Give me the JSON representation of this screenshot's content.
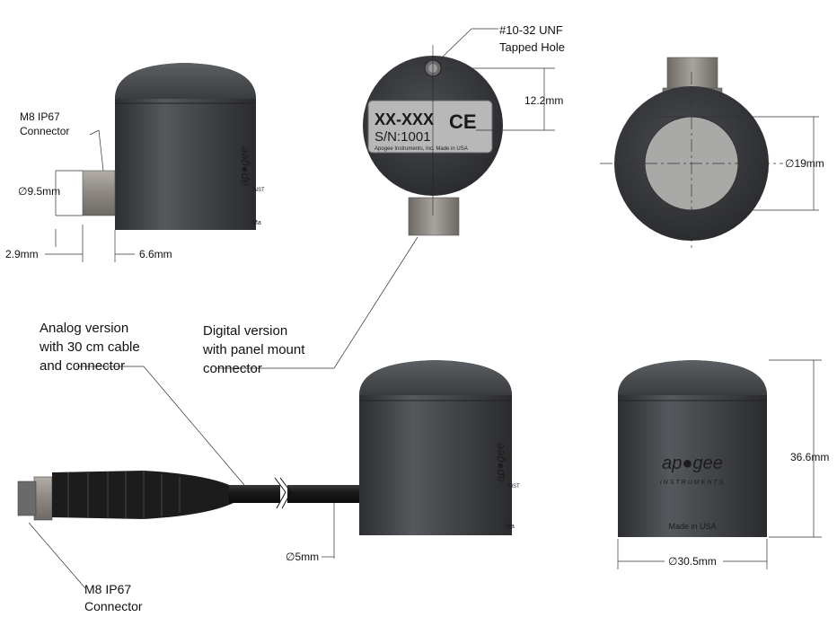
{
  "top_left": {
    "connector_label": [
      "M8 IP67",
      "Connector"
    ],
    "dim_connector_dia": "∅9.5mm",
    "dim_connector_len": "2.9mm",
    "dim_offset": "6.6mm",
    "logo_side": "ap●gee",
    "logo_side_sub": "INST",
    "badge": "Ma"
  },
  "top_middle": {
    "hole_label": [
      "#10-32 UNF",
      "Tapped Hole"
    ],
    "dim_hole_offset": "12.2mm",
    "plate_model": "XX-XXX",
    "plate_ce": "CE",
    "plate_serial": "S/N:1001",
    "plate_footer": "Apogee Instruments, Inc. Made in USA"
  },
  "top_right": {
    "dim_window_dia": "∅19mm"
  },
  "callouts": {
    "analog": [
      "Analog version",
      "with 30 cm cable",
      "and connector"
    ],
    "digital": [
      "Digital version",
      "with panel mount",
      "connector"
    ]
  },
  "bottom_middle": {
    "logo_side": "ap●gee",
    "logo_side_sub": "INST",
    "badge": "Ma",
    "dim_cable_dia": "∅5mm",
    "connector_label": [
      "M8 IP67",
      "Connector"
    ]
  },
  "bottom_right": {
    "logo": "ap●gee",
    "logo_sub": "INSTRUMENTS",
    "made_in": "Made in USA",
    "dim_height": "36.6mm",
    "dim_width": "∅30.5mm"
  },
  "colors": {
    "body_dark": "#3b3d40",
    "body_mid": "#55585c",
    "connector_metal": "#8a8580",
    "window_grey": "#a9aaa8",
    "line": "#222222"
  }
}
